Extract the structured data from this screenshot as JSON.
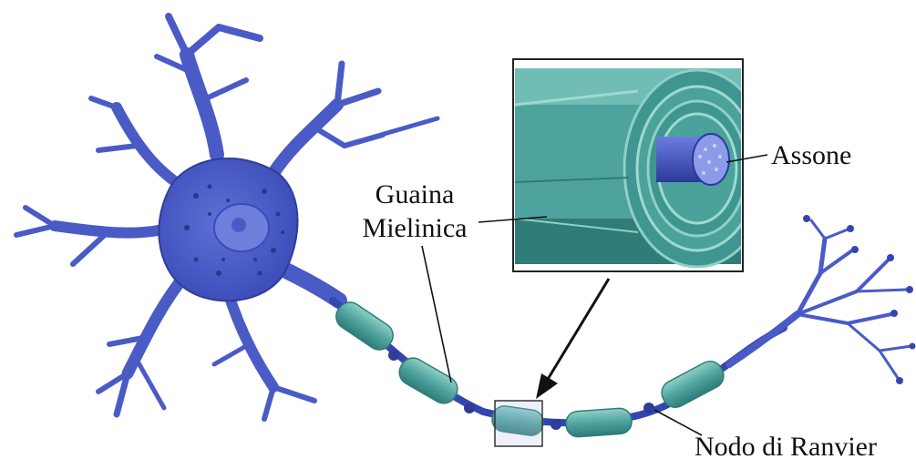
{
  "labels": {
    "sheath_line1": "Guaina",
    "sheath_line2": "Mielinica",
    "axon": "Assone",
    "node": "Nodo di Ranvier"
  },
  "colors": {
    "neuron": "#4a5bc6",
    "neuron_dark": "#2f3c98",
    "nucleus": "#6f7fdc",
    "myelin": "#4fa39e",
    "myelin_dark": "#2f7c78",
    "myelin_light": "#8fd0c6",
    "axon_core": "#3346b0",
    "line": "#111111",
    "inset_border": "#222222"
  }
}
